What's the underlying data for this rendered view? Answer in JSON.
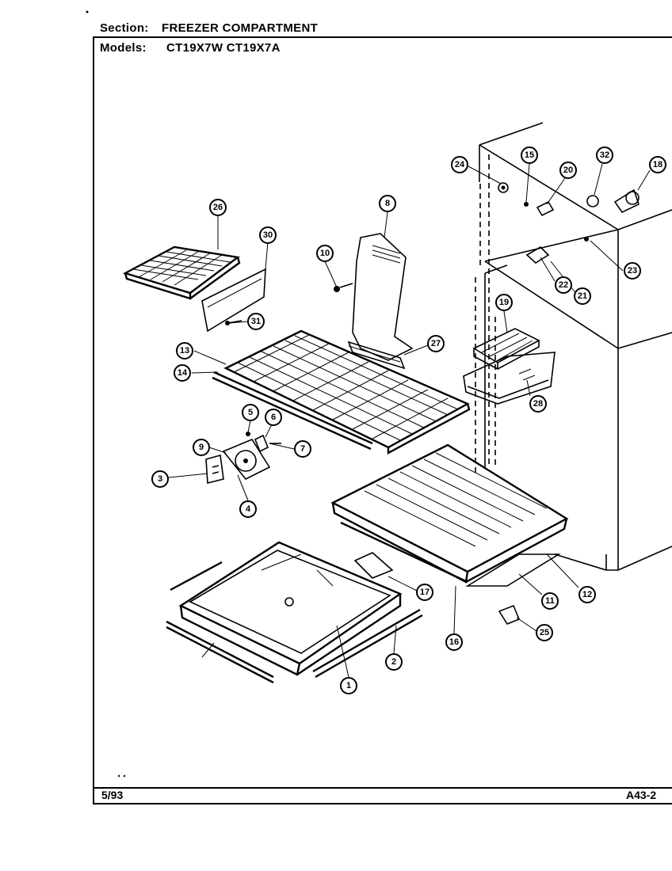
{
  "header": {
    "section_label": "Section:",
    "section_value": "FREEZER COMPARTMENT",
    "models_label": "Models:",
    "models_value": "CT19X7W CT19X7A"
  },
  "footer": {
    "date": "5/93",
    "page_code": "A43-2"
  },
  "callouts": [
    "26",
    "30",
    "31",
    "8",
    "10",
    "27",
    "13",
    "14",
    "5",
    "6",
    "7",
    "9",
    "3",
    "4",
    "24",
    "15",
    "20",
    "32",
    "18",
    "23",
    "22",
    "21",
    "19",
    "28",
    "17",
    "1",
    "2",
    "25",
    "16",
    "11",
    "12"
  ]
}
